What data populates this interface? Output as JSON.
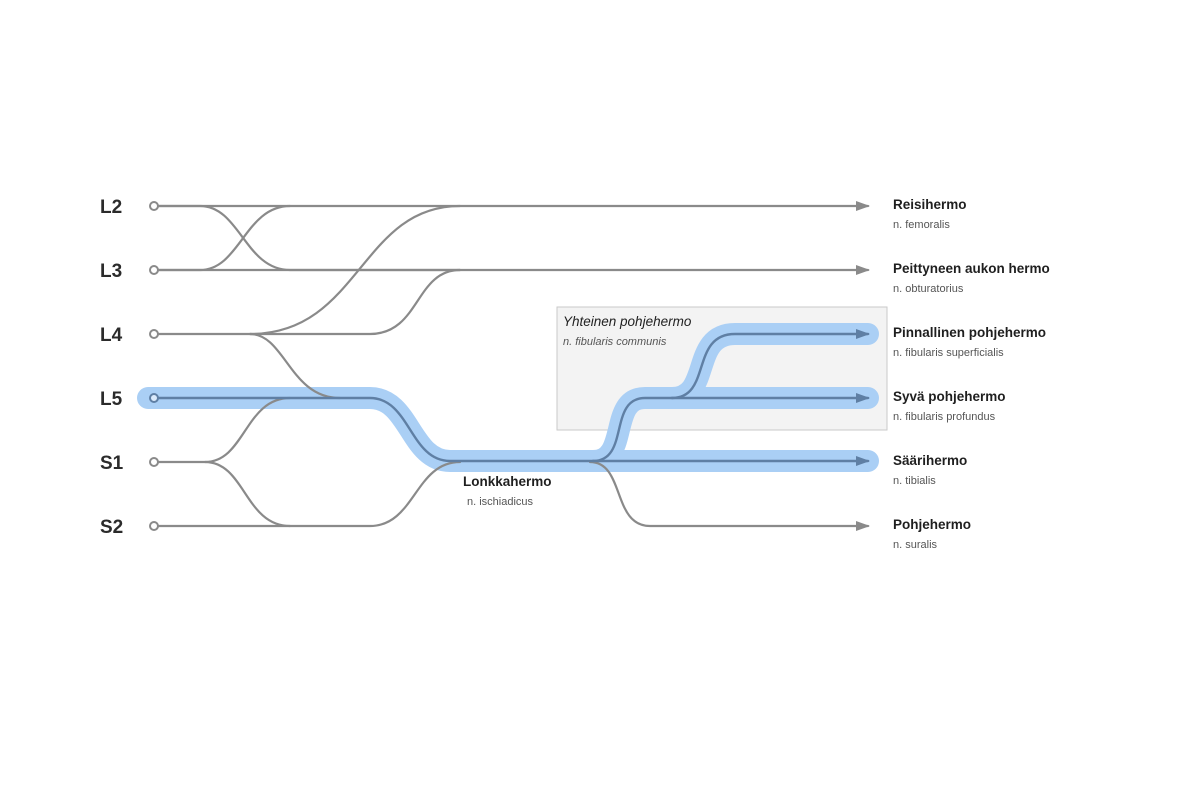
{
  "colors": {
    "nerve": "#8a8a8a",
    "highlight_glow": "#aacff5",
    "highlight_line": "#5f7fa4",
    "box_fill": "#f3f3f3",
    "box_stroke": "#c9c9c9"
  },
  "roots": [
    {
      "id": "L2",
      "label": "L2"
    },
    {
      "id": "L3",
      "label": "L3"
    },
    {
      "id": "L4",
      "label": "L4"
    },
    {
      "id": "L5",
      "label": "L5",
      "highlighted": true
    },
    {
      "id": "S1",
      "label": "S1"
    },
    {
      "id": "S2",
      "label": "S2"
    }
  ],
  "targets": [
    {
      "id": "femoral",
      "name": "Reisihermo",
      "latin": "n. femoralis"
    },
    {
      "id": "obturator",
      "name": "Peittyneen aukon hermo",
      "latin": "n. obturatorius"
    },
    {
      "id": "sup_fibular",
      "name": "Pinnallinen pohjehermo",
      "latin": "n. fibularis superficialis",
      "highlighted": true
    },
    {
      "id": "deep_fibular",
      "name": "Syvä pohjehermo",
      "latin": "n. fibularis profundus",
      "highlighted": true
    },
    {
      "id": "tibial",
      "name": "Säärihermo",
      "latin": "n. tibialis",
      "highlighted": true
    },
    {
      "id": "sural",
      "name": "Pohjehermo",
      "latin": "n. suralis"
    }
  ],
  "intermediate": {
    "sciatic": {
      "name": "Lonkkahermo",
      "latin": "n. ischiadicus"
    },
    "common_fibular": {
      "name": "Yhteinen pohjehermo",
      "latin": "n. fibularis communis"
    }
  },
  "connections": [
    {
      "from": "L2",
      "to": "femoral"
    },
    {
      "from": "L2",
      "to": "obturator"
    },
    {
      "from": "L3",
      "to": "femoral"
    },
    {
      "from": "L3",
      "to": "obturator"
    },
    {
      "from": "L4",
      "to": "femoral"
    },
    {
      "from": "L4",
      "to": "obturator"
    },
    {
      "from": "L4",
      "to": "sciatic"
    },
    {
      "from": "L5",
      "to": "sciatic",
      "highlighted": true
    },
    {
      "from": "S1",
      "to": "sciatic"
    },
    {
      "from": "S2",
      "to": "sciatic"
    },
    {
      "from": "sciatic",
      "to": "common_fibular",
      "highlighted": true
    },
    {
      "from": "sciatic",
      "to": "tibial",
      "highlighted": true
    },
    {
      "from": "sciatic",
      "to": "sural"
    },
    {
      "from": "common_fibular",
      "to": "sup_fibular",
      "highlighted": true
    },
    {
      "from": "common_fibular",
      "to": "deep_fibular",
      "highlighted": true
    }
  ]
}
